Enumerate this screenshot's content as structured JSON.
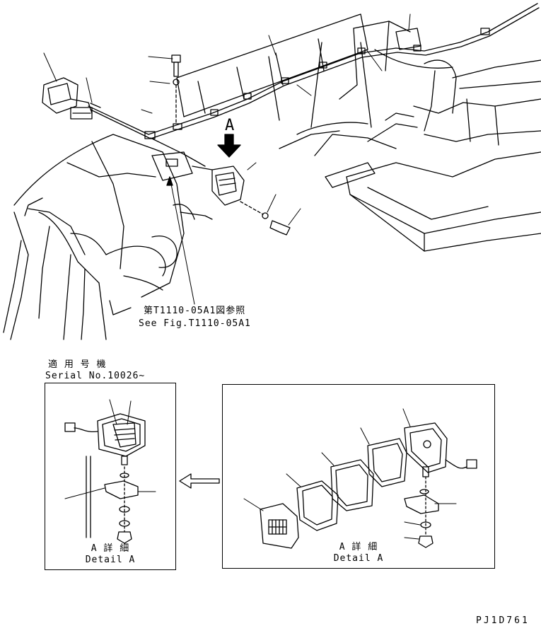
{
  "view_label": "A",
  "reference": {
    "jp": "第T1110-05A1図参照",
    "en": "See Fig.T1110-05A1"
  },
  "serial": {
    "jp": "適 用 号 機",
    "en": "Serial No.10026~"
  },
  "detail_left": {
    "jp": "A 詳 細",
    "en": "Detail A"
  },
  "detail_right": {
    "jp": "A 詳 細",
    "en": "Detail A"
  },
  "drawing_code": "PJ1D761"
}
